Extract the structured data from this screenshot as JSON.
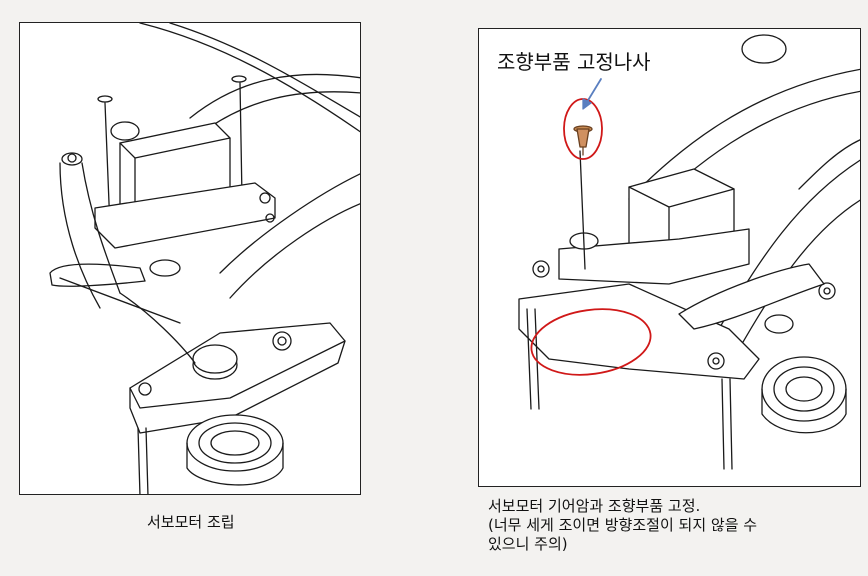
{
  "right_panel": {
    "callout_label": "조향부품 고정나사",
    "highlight_color": "#d01818",
    "arrow_color": "#5a7fc0"
  },
  "captions": {
    "left": "서보모터 조립",
    "right_line1": "서보모터 기어암과 조향부품 고정.",
    "right_line2": "(너무 세게 조이면 방향조절이 되지 않을 수",
    "right_line3": "있으니 주의)"
  }
}
